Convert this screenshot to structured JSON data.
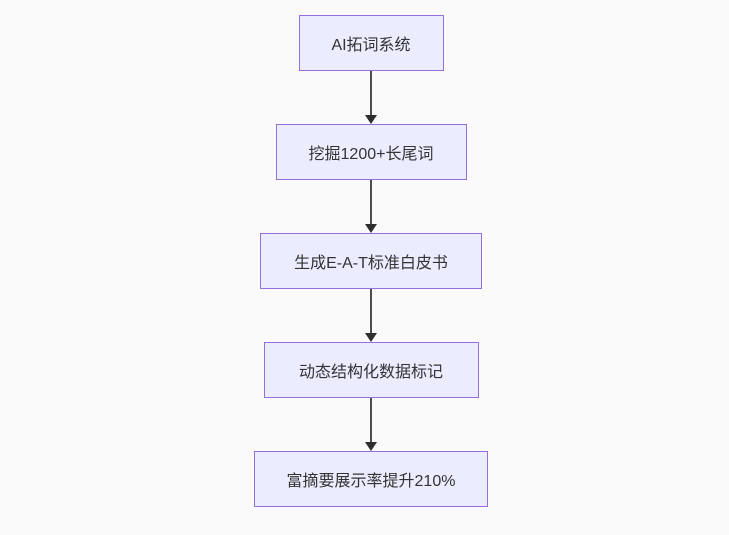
{
  "flowchart": {
    "type": "flowchart",
    "direction": "top-down",
    "nodes": [
      {
        "label": "AI拓词系统"
      },
      {
        "label": "挖掘1200+长尾词"
      },
      {
        "label": "生成E-A-T标准白皮书"
      },
      {
        "label": "动态结构化数据标记"
      },
      {
        "label": "富摘要展示率提升210%"
      }
    ],
    "edges": [
      {
        "from": 0,
        "to": 1,
        "style": "arrow-down"
      },
      {
        "from": 1,
        "to": 2,
        "style": "arrow-down"
      },
      {
        "from": 2,
        "to": 3,
        "style": "arrow-down"
      },
      {
        "from": 3,
        "to": 4,
        "style": "arrow-down"
      }
    ],
    "colors": {
      "node_fill": "#ececff",
      "node_border": "#9370db",
      "edge_line": "#4d4d4d",
      "arrowhead": "#2e2e2e",
      "text": "#333333",
      "background": "#fafafa"
    }
  }
}
